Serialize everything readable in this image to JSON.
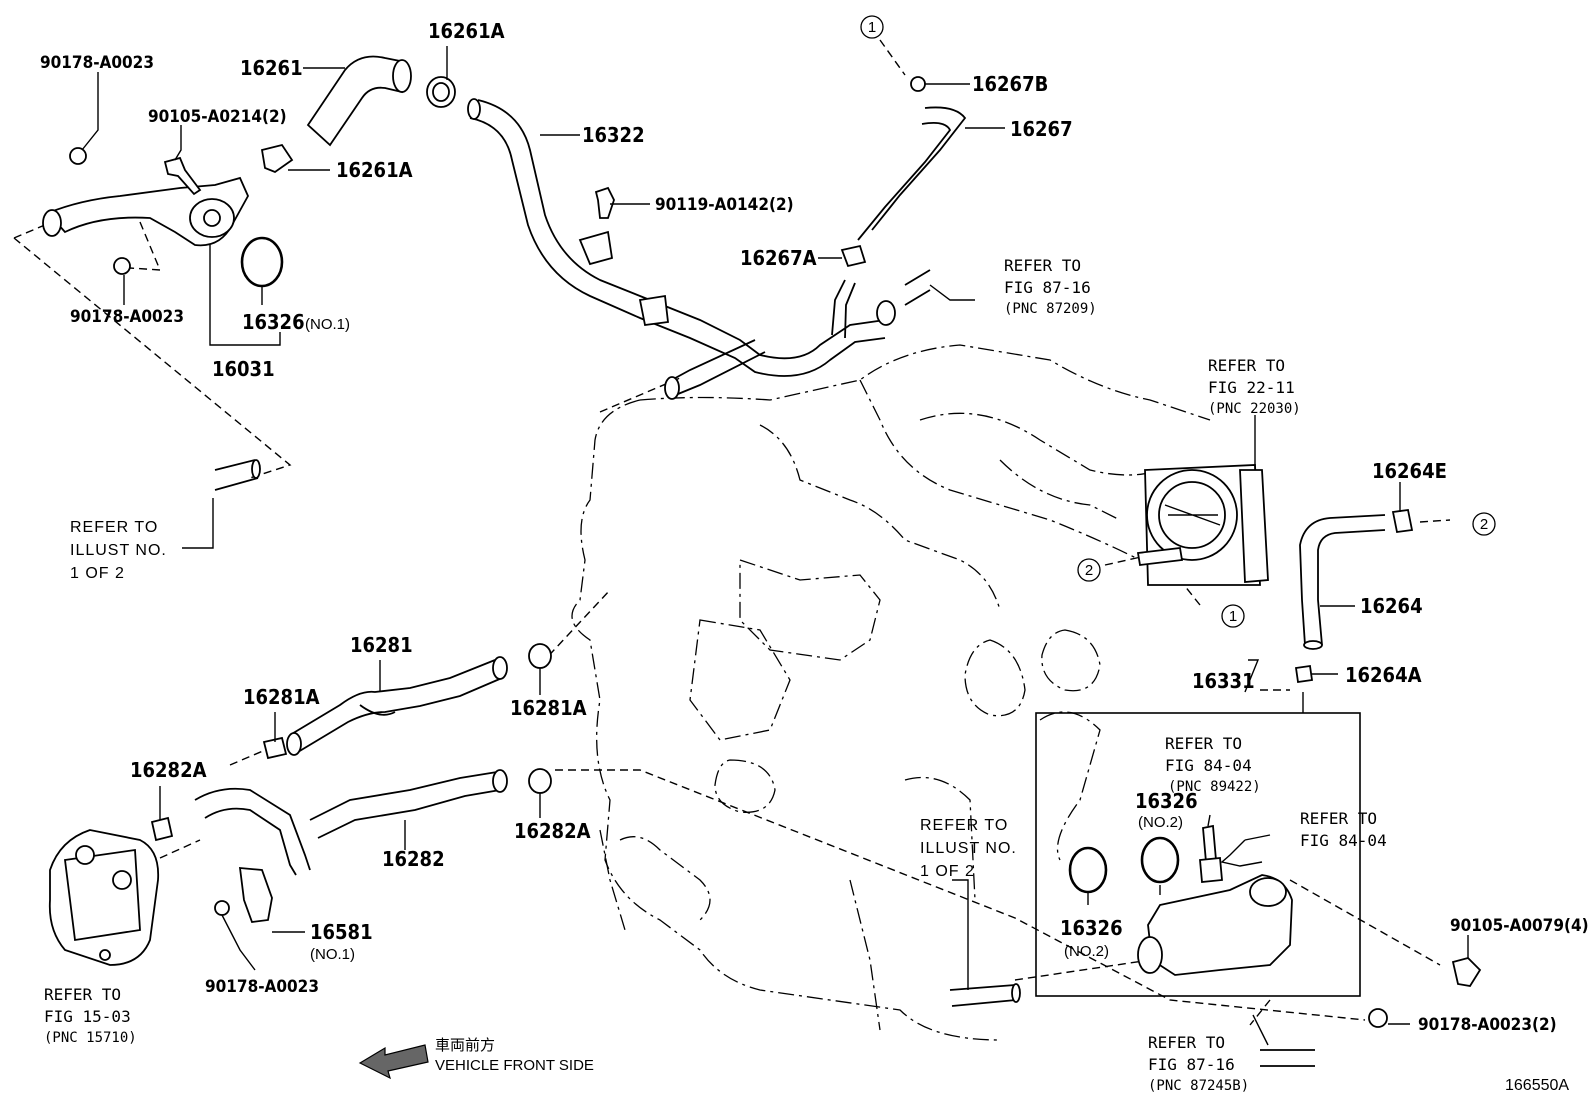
{
  "diagram": {
    "id_label": "166550A",
    "direction": {
      "kanji": "車両前方",
      "text": "VEHICLE FRONT SIDE"
    },
    "callouts": [
      "1",
      "2"
    ],
    "parts": {
      "p_90178_a0023_tl": "90178-A0023",
      "p_90105_a0214": "90105-A0214(2)",
      "p_16261": "16261",
      "p_16261a_top": "16261A",
      "p_16261a_mid": "16261A",
      "p_16322": "16322",
      "p_90119": "90119-A0142(2)",
      "p_16267b": "16267B",
      "p_16267": "16267",
      "p_16267a": "16267A",
      "p_90178_a0023_ml": "90178-A0023",
      "p_16326_no1": "16326",
      "p_16326_no1_q": "(NO.1)",
      "p_16031": "16031",
      "p_16264e": "16264E",
      "p_16264": "16264",
      "p_16264a": "16264A",
      "p_16331": "16331",
      "p_16281": "16281",
      "p_16281a_l": "16281A",
      "p_16281a_r": "16281A",
      "p_16282a_l": "16282A",
      "p_16282a_r": "16282A",
      "p_16282": "16282",
      "p_16581": "16581",
      "p_16581_q": "(NO.1)",
      "p_90178_a0023_bl": "90178-A0023",
      "p_16326_no2_a": "16326",
      "p_16326_no2_a_q": "(NO.2)",
      "p_16326_no2_b": "16326",
      "p_16326_no2_b_q": "(NO.2)",
      "p_90105_a0079": "90105-A0079(4)",
      "p_90178_a0023_2": "90178-A0023(2)"
    },
    "refs": {
      "fig_87_16_a": {
        "l1": "REFER TO",
        "l2": "FIG 87-16",
        "l3": "(PNC 87209)"
      },
      "fig_22_11": {
        "l1": "REFER TO",
        "l2": "FIG 22-11",
        "l3": "(PNC 22030)"
      },
      "illust_left": {
        "l1": "REFER TO",
        "l2": "ILLUST NO.",
        "l3": "1 OF 2"
      },
      "illust_mid": {
        "l1": "REFER TO",
        "l2": "ILLUST NO.",
        "l3": "1 OF 2"
      },
      "fig_84_04_a": {
        "l1": "REFER TO",
        "l2": "FIG 84-04",
        "l3": "(PNC 89422)"
      },
      "fig_84_04_b": {
        "l1": "REFER TO",
        "l2": "FIG 84-04"
      },
      "fig_15_03": {
        "l1": "REFER TO",
        "l2": "FIG 15-03",
        "l3": "(PNC 15710)"
      },
      "fig_87_16_b": {
        "l1": "REFER TO",
        "l2": "FIG 87-16",
        "l3": "(PNC 87245B)"
      }
    }
  }
}
